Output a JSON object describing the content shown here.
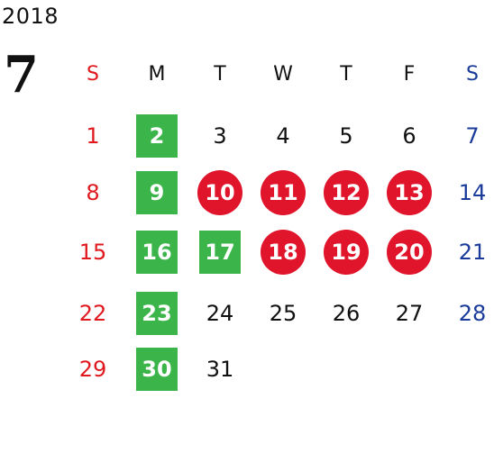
{
  "calendar": {
    "year": "2018",
    "month": "7",
    "weekday_headers": [
      "S",
      "M",
      "T",
      "W",
      "T",
      "F",
      "S"
    ],
    "weeks": [
      [
        "",
        "",
        "",
        "",
        "",
        "",
        ""
      ],
      [
        "1",
        "2",
        "3",
        "4",
        "5",
        "6",
        "7"
      ],
      [
        "8",
        "9",
        "10",
        "11",
        "12",
        "13",
        "14"
      ],
      [
        "15",
        "16",
        "17",
        "18",
        "19",
        "20",
        "21"
      ],
      [
        "22",
        "23",
        "24",
        "25",
        "26",
        "27",
        "28"
      ],
      [
        "29",
        "30",
        "31",
        "",
        "",
        "",
        ""
      ]
    ]
  },
  "colors": {
    "sunday": "#e0191f",
    "saturday": "#1a3b9a",
    "green_highlight": "#3bb54a",
    "red_highlight": "#e0142a"
  },
  "highlights": {
    "green": [
      "2",
      "9",
      "16",
      "17",
      "23",
      "30"
    ],
    "red": [
      "10",
      "11",
      "12",
      "13",
      "18",
      "19",
      "20"
    ]
  }
}
